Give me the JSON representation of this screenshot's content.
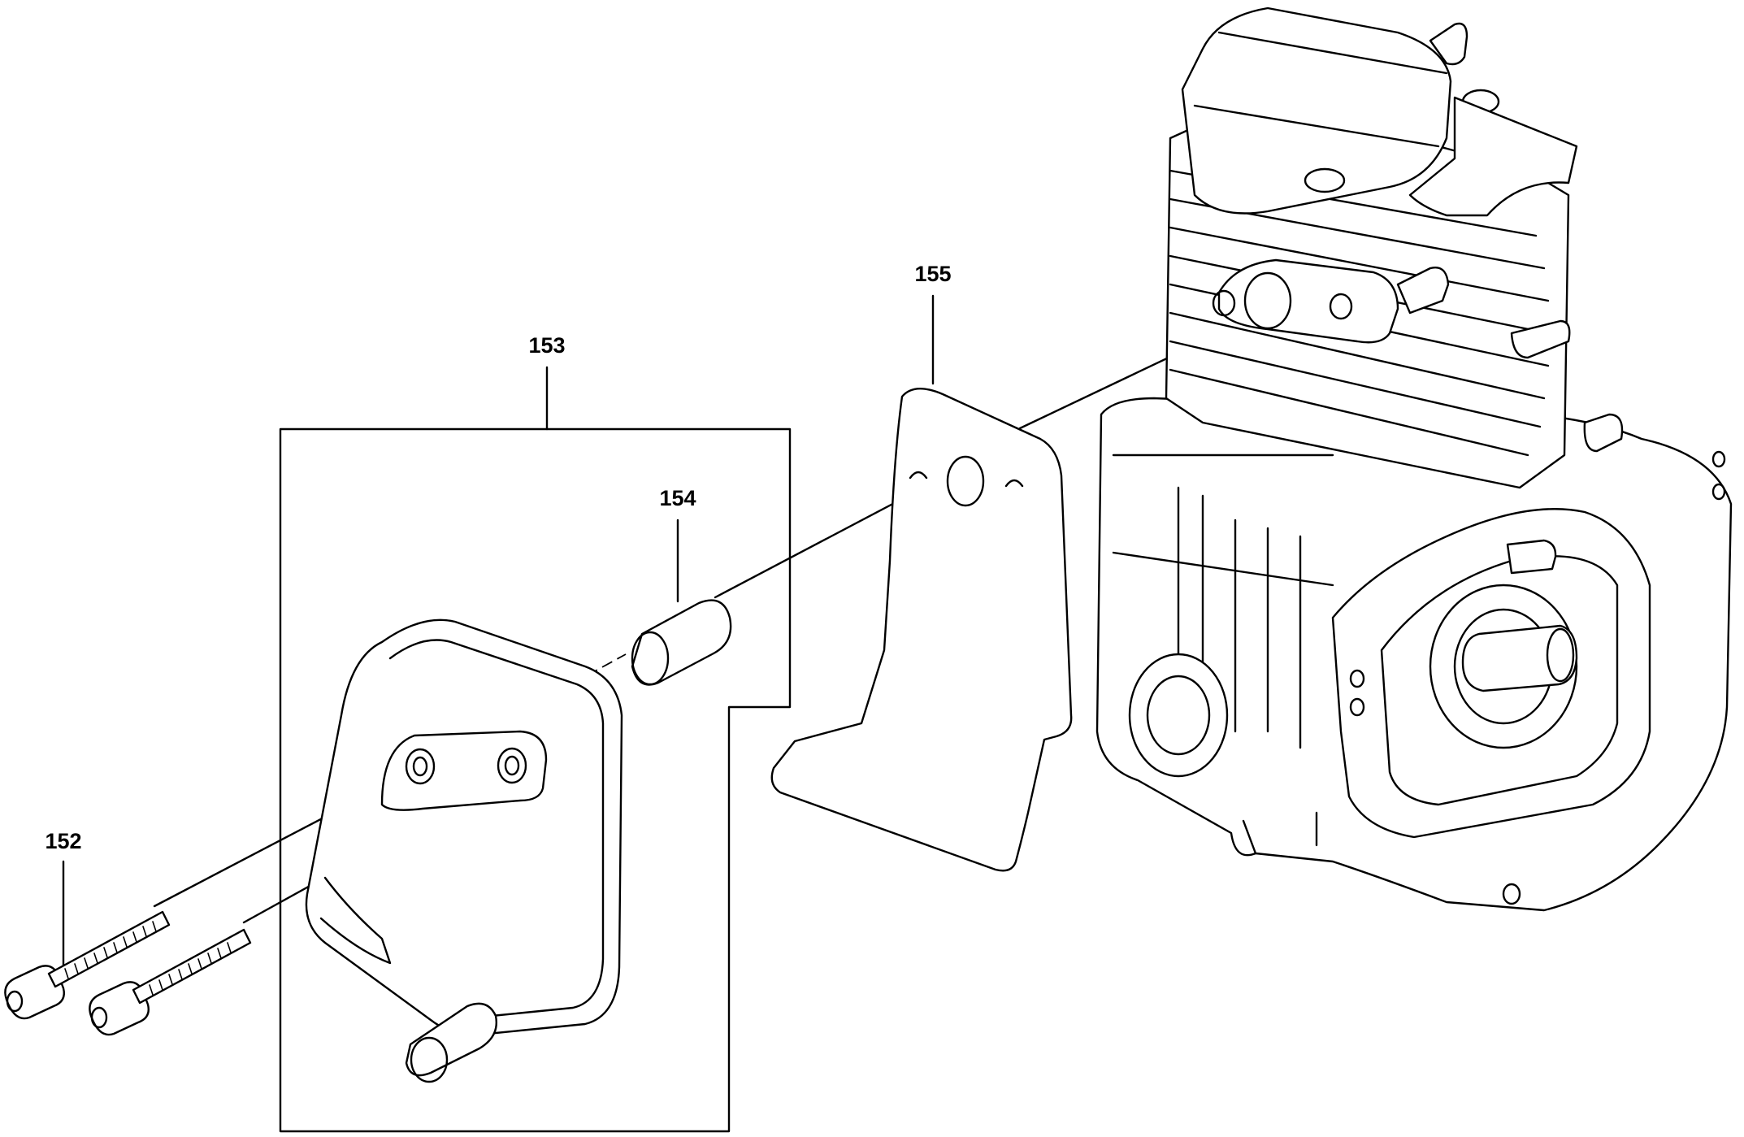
{
  "callouts": {
    "c152": "152",
    "c153": "153",
    "c154": "154",
    "c155": "155"
  },
  "colors": {
    "ink": "#000000",
    "background": "#ffffff"
  }
}
